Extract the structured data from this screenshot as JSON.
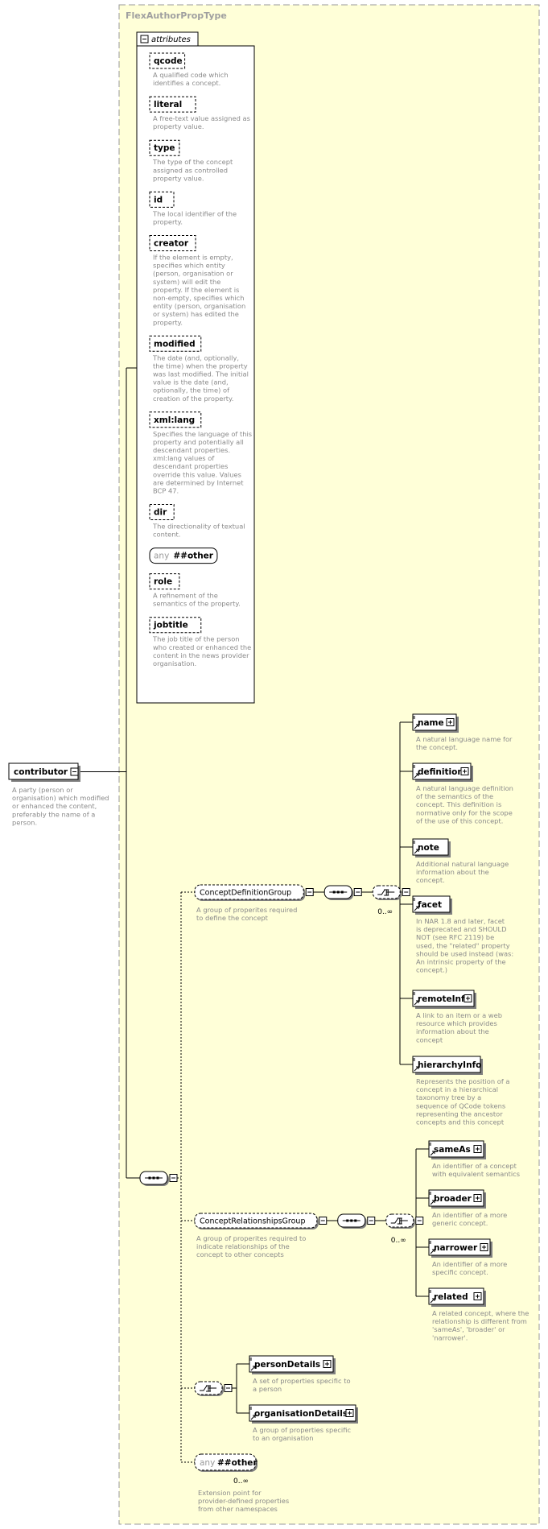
{
  "title": "FlexAuthorPropType",
  "attributes_header": "attributes",
  "root": {
    "name": "contributor",
    "description": [
      "A party (person or",
      "organisation) which modified",
      "or enhanced the content,",
      "preferably the name of a",
      "person."
    ]
  },
  "attributes": [
    {
      "name": "qcode",
      "description": [
        "A qualified code which",
        "identifies a concept."
      ]
    },
    {
      "name": "literal",
      "description": [
        "A free-text value assigned as",
        "property value."
      ]
    },
    {
      "name": "type",
      "description": [
        "The type of the concept",
        "assigned as controlled",
        "property value."
      ]
    },
    {
      "name": "id",
      "description": [
        "The local identifier of the",
        "property."
      ]
    },
    {
      "name": "creator",
      "description": [
        "If the element is empty,",
        "specifies which entity",
        "(person, organisation or",
        "system) will edit the",
        "property. If the element is",
        "non-empty, specifies which",
        "entity (person, organisation",
        "or system) has edited the",
        "property."
      ]
    },
    {
      "name": "modified",
      "description": [
        "The date (and, optionally,",
        "the time) when the property",
        "was last modified. The initial",
        "value is the date (and,",
        "optionally, the time) of",
        "creation of the property."
      ]
    },
    {
      "name": "xml:lang",
      "description": [
        "Specifies the language of this",
        "property and potentially all",
        "descendant properties.",
        "xml:lang values of",
        "descendant properties",
        "override this value. Values",
        "are determined by Internet",
        "BCP 47."
      ]
    },
    {
      "name": "dir",
      "description": [
        "The directionality of textual",
        "content."
      ]
    },
    {
      "name": "##other",
      "any": "any",
      "description": []
    },
    {
      "name": "role",
      "description": [
        "A refinement of the",
        "semantics of the property."
      ]
    },
    {
      "name": "jobtitle",
      "description": [
        "The job title of the person",
        "who created or enhanced the",
        "content in the news provider",
        "organisation."
      ]
    }
  ],
  "concept_definition_group": {
    "name": "ConceptDefinitionGroup",
    "description": [
      "A group of properites required",
      "to define the concept"
    ],
    "occurrence": "0..∞",
    "elements": [
      {
        "name": "name",
        "description": [
          "A natural language name for",
          "the concept."
        ]
      },
      {
        "name": "definition",
        "description": [
          "A natural language definition",
          "of the semantics of the",
          "concept. This definition is",
          "normative only for the scope",
          "of the use of this concept."
        ]
      },
      {
        "name": "note",
        "description": [
          "Additional natural language",
          "information about the",
          "concept."
        ]
      },
      {
        "name": "facet",
        "description": [
          "In NAR 1.8 and later, facet",
          "is deprecated and SHOULD",
          "NOT (see RFC 2119) be",
          "used, the \"related\" property",
          "should be used instead (was:",
          "An intrinsic property of the",
          "concept.)"
        ]
      },
      {
        "name": "remoteInfo",
        "description": [
          "A link to an item or a web",
          "resource which provides",
          "information about the",
          "concept"
        ]
      },
      {
        "name": "hierarchyInfo",
        "description": [
          "Represents the position of a",
          "concept in a hierarchical",
          "taxonomy tree by a",
          "sequence of QCode tokens",
          "representing the ancestor",
          "concepts and this concept"
        ]
      }
    ]
  },
  "concept_relationships_group": {
    "name": "ConceptRelationshipsGroup",
    "description": [
      "A group of properites required to",
      "indicate relationships of the",
      "concept to other concepts"
    ],
    "occurrence": "0..∞",
    "elements": [
      {
        "name": "sameAs",
        "description": [
          "An identifier of a concept",
          "with equivalent semantics"
        ]
      },
      {
        "name": "broader",
        "description": [
          "An identifier of a more",
          "generic concept."
        ]
      },
      {
        "name": "narrower",
        "description": [
          "An identifier of a more",
          "specific concept."
        ]
      },
      {
        "name": "related",
        "description": [
          "A related concept, where the",
          "relationship is different from",
          "'sameAs', 'broader' or",
          "'narrower'."
        ]
      }
    ]
  },
  "choice_elements": [
    {
      "name": "personDetails",
      "description": [
        "A set of properties specific to",
        "a person"
      ]
    },
    {
      "name": "organisationDetails",
      "description": [
        "A group of properties specific",
        "to an organisation"
      ]
    }
  ],
  "any_other": {
    "any": "any",
    "name": "##other",
    "occurrence": "0..∞",
    "description": [
      "Extension point for",
      "provider-defined properties",
      "from other namespaces"
    ]
  },
  "colors": {
    "background": "#ffffd8",
    "border": "#9a9a9a",
    "box_fill": "#ffffff",
    "line": "#000000",
    "description_text": "#8a8a8a"
  }
}
